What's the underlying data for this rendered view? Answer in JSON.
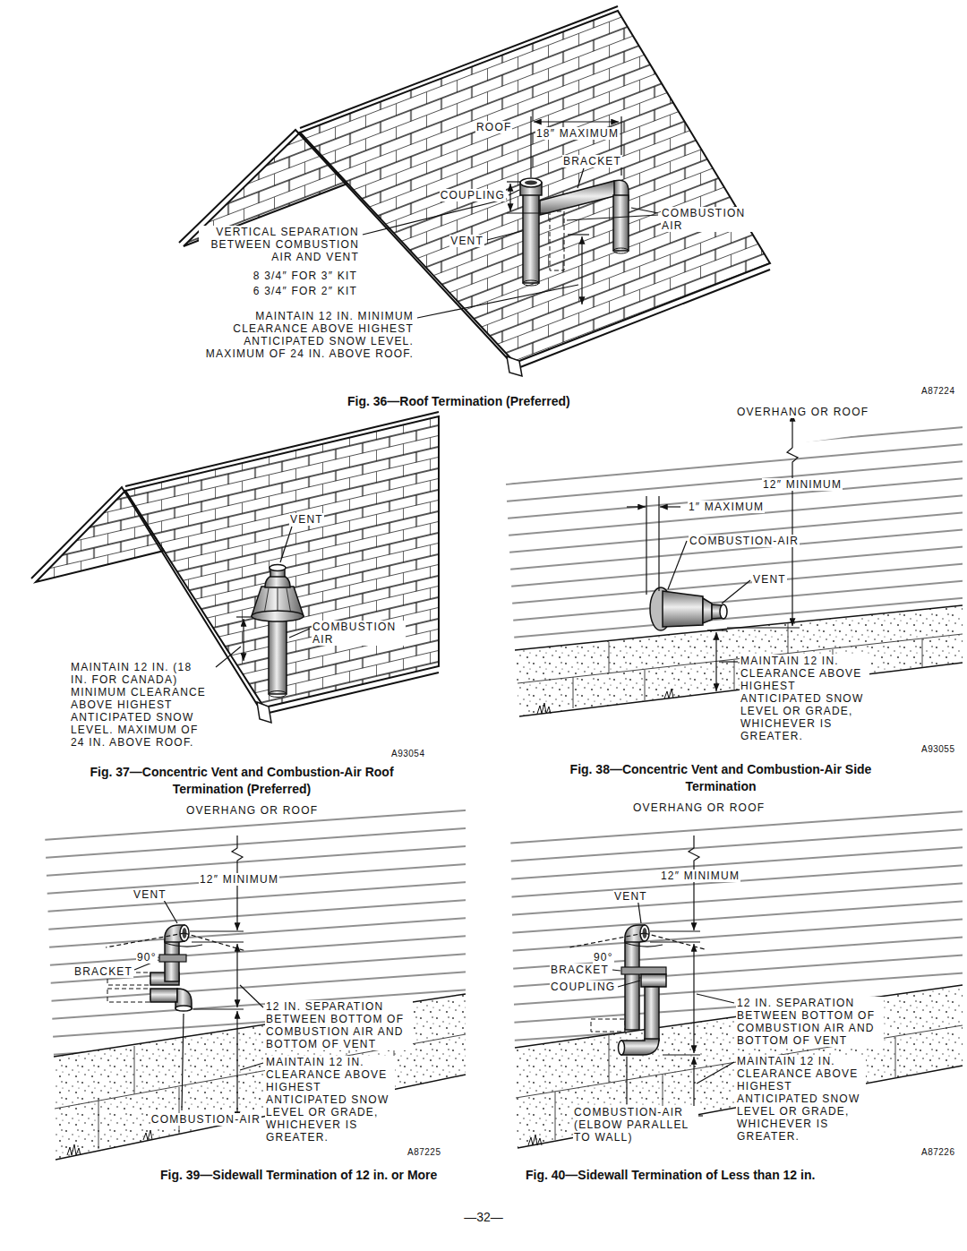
{
  "diagram": {
    "labels": [
      "ROOF",
      "18″ MAXIMUM",
      "BRACKET",
      "COUPLING",
      "COMBUSTION AIR",
      "VERTICAL SEPARATION BETWEEN COMBUSTION AIR AND VENT",
      "VENT",
      "8 3/4″ FOR 3″ KIT",
      "6 3/4″ FOR 2″ KIT",
      "MAINTAIN 12 IN. MINIMUM CLEARANCE ABOVE HIGHEST ANTICIPATED SNOW LEVEL. MAXIMUM OF 24 IN. ABOVE ROOF.",
      "Fig. 36—Roof Termination (Preferred)",
      "A87224",
      "OVERHANG OR ROOF",
      "12″ MINIMUM",
      "1″ MAXIMUM",
      "COMBUSTION-AIR",
      "VENT",
      "MAINTAIN 12 IN. CLEARANCE ABOVE HIGHEST ANTICIPATED SNOW LEVEL OR GRADE, WHICHEVER IS GREATER.",
      "A93055",
      "Fig. 38—Concentric Vent and Combustion-Air Side Termination",
      "VENT",
      "COMBUSTION AIR",
      "MAINTAIN 12 IN. (18 IN. FOR CANADA) MINIMUM CLEARANCE ABOVE HIGHEST ANTICIPATED SNOW LEVEL. MAXIMUM OF 24 IN. ABOVE ROOF.",
      "A93054",
      "Fig. 37—Concentric Vent and Combustion-Air Roof Termination (Preferred)",
      "OVERHANG OR ROOF",
      "12″ MINIMUM",
      "VENT",
      "90°",
      "BRACKET",
      "12 IN. SEPARATION BETWEEN BOTTOM OF COMBUSTION AIR AND BOTTOM OF VENT",
      "MAINTAIN 12 IN. CLEARANCE ABOVE HIGHEST ANTICIPATED SNOW LEVEL OR GRADE, WHICHEVER IS GREATER.",
      "COMBUSTION-AIR",
      "A87225",
      "Fig. 39—Sidewall Termination of 12 in. or More",
      "OVERHANG OR ROOF",
      "12″ MINIMUM",
      "VENT",
      "90°",
      "BRACKET",
      "COUPLING",
      "12 IN. SEPARATION BETWEEN BOTTOM OF COMBUSTION AIR AND BOTTOM OF VENT",
      "COMBUSTION-AIR (ELBOW PARALLEL TO WALL)",
      "MAINTAIN 12 IN. CLEARANCE ABOVE HIGHEST ANTICIPATED SNOW LEVEL OR GRADE, WHICHEVER IS GREATER.",
      "A87226",
      "Fig. 40—Sidewall Termination of Less than 12 in.",
      "—32—"
    ]
  }
}
